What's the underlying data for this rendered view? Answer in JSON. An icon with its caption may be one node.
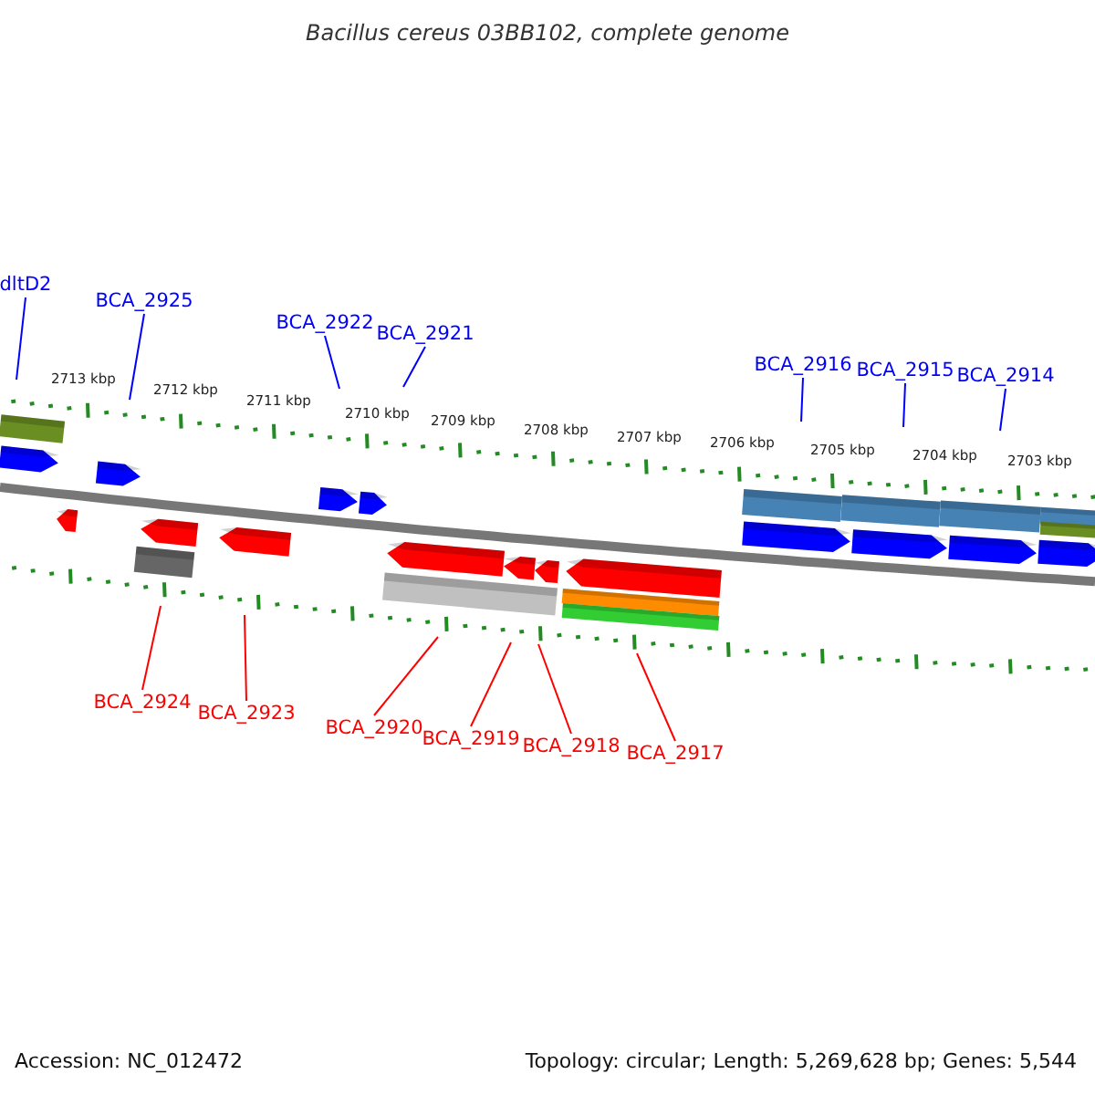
{
  "diagram": {
    "title": "Bacillus cereus 03BB102, complete genome",
    "nodes": [
      {
        "text": [
          "dltD2"
        ]
      },
      {
        "text": [
          "BCA_2925"
        ]
      },
      {
        "text": [
          "BCA_2922"
        ]
      },
      {
        "text": [
          "BCA_2921"
        ]
      },
      {
        "text": [
          "BCA_2916"
        ]
      },
      {
        "text": [
          "BCA_2915"
        ]
      },
      {
        "text": [
          "BCA_2914"
        ]
      },
      {
        "text": [
          "BCA_2924"
        ]
      },
      {
        "text": [
          "BCA_2923"
        ]
      },
      {
        "text": [
          "BCA_2920"
        ]
      },
      {
        "text": [
          "BCA_2919"
        ]
      },
      {
        "text": [
          "BCA_2918"
        ]
      },
      {
        "text": [
          "BCA_2917"
        ]
      }
    ],
    "edges": [
      {
        "from": 0,
        "to": null,
        "arrow": "none",
        "color": "#0000ff"
      },
      {
        "from": 1,
        "to": null,
        "arrow": "none",
        "color": "#0000ff"
      },
      {
        "from": 2,
        "to": null,
        "arrow": "none",
        "color": "#0000ff"
      },
      {
        "from": 3,
        "to": null,
        "arrow": "none",
        "color": "#0000ff"
      },
      {
        "from": 4,
        "to": null,
        "arrow": "none",
        "color": "#0000ff"
      },
      {
        "from": 5,
        "to": null,
        "arrow": "none",
        "color": "#0000ff"
      },
      {
        "from": 6,
        "to": null,
        "arrow": "none",
        "color": "#0000ff"
      },
      {
        "from": 7,
        "to": null,
        "arrow": "none",
        "color": "#ff0000"
      },
      {
        "from": 8,
        "to": null,
        "arrow": "none",
        "color": "#ff0000"
      },
      {
        "from": 9,
        "to": null,
        "arrow": "none",
        "color": "#ff0000"
      },
      {
        "from": 10,
        "to": null,
        "arrow": "none",
        "color": "#ff0000"
      },
      {
        "from": 11,
        "to": null,
        "arrow": "none",
        "color": "#ff0000"
      },
      {
        "from": 12,
        "to": null,
        "arrow": "none",
        "color": "#ff0000"
      }
    ],
    "labels": [
      "2713 kbp",
      "2712 kbp",
      "2711 kbp",
      "2710 kbp",
      "2709 kbp",
      "2708 kbp",
      "2707 kbp",
      "2706 kbp",
      "2705 kbp",
      "2704 kbp",
      "2703 kbp",
      "Accession: NC_012472",
      "Topology: circular; Length: 5,269,628 bp; Genes: 5,544"
    ]
  }
}
